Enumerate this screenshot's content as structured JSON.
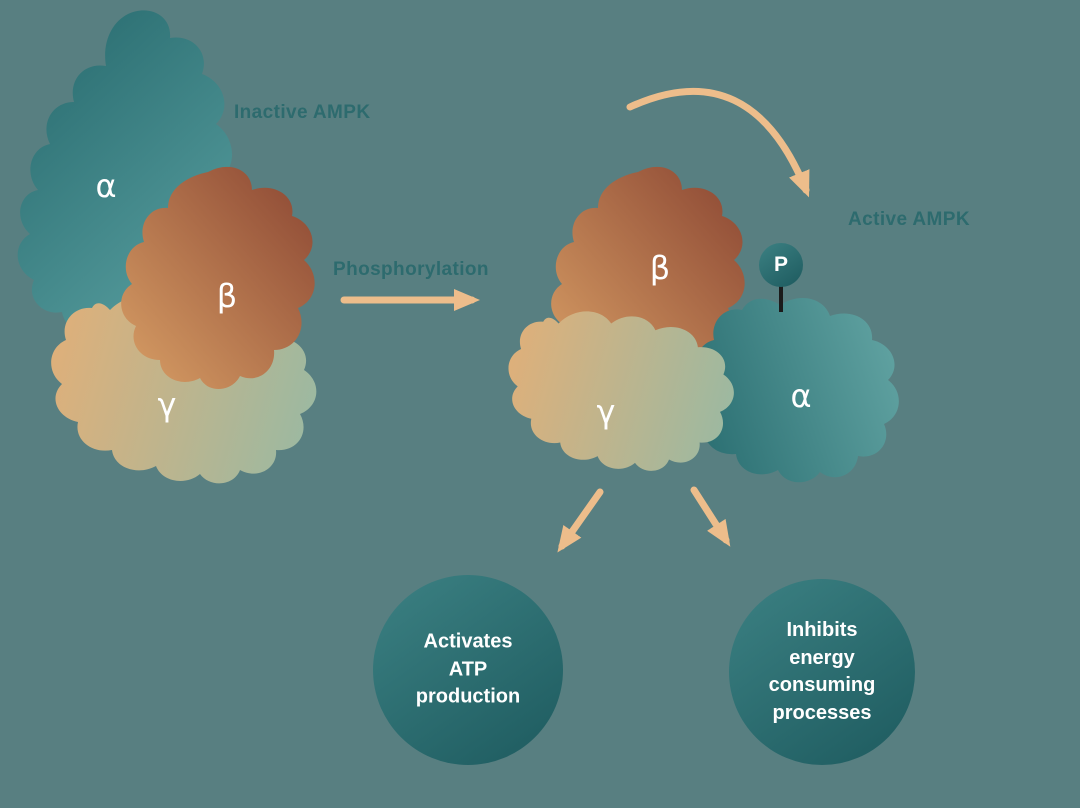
{
  "labels": {
    "inactive_complex": "Inactive AMPK",
    "process": "Phosphorylation",
    "active_complex": "Active AMPK"
  },
  "subunits": {
    "alpha": "α",
    "beta": "β",
    "gamma": "γ",
    "phosphate": "P"
  },
  "outcomes": [
    {
      "lines": [
        "Activates",
        "ATP",
        "production"
      ]
    },
    {
      "lines": [
        "Inhibits",
        "energy",
        "consuming",
        "processes"
      ]
    }
  ],
  "colors": {
    "background": "#587f81",
    "label_text": "#2d6b6e",
    "arrow": "#edbd8b",
    "alpha_teal_dark": "#25686c",
    "alpha_teal_light": "#549a9b",
    "beta_rust_dark": "#8a4532",
    "beta_rust_light": "#d9a066",
    "gamma_sand": "#ddb07b",
    "gamma_sage": "#9cb9a1",
    "outcome_circle_dark": "#215f63",
    "outcome_circle_light": "#3c8183",
    "circle_text": "#ffffff"
  }
}
